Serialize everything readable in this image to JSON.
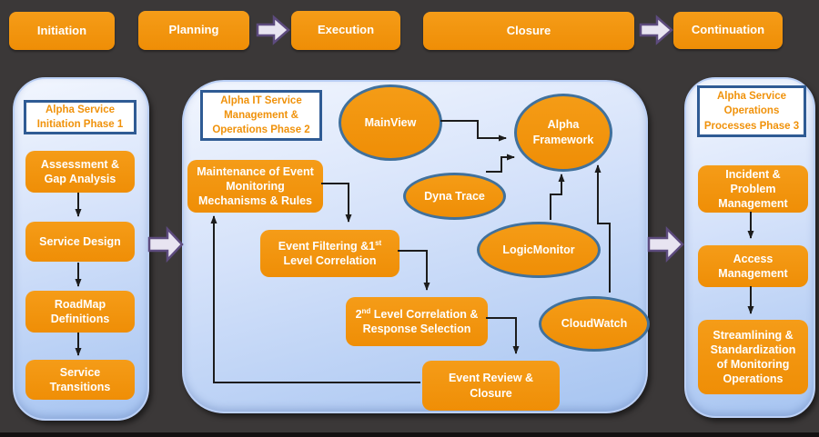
{
  "top_row": {
    "stages": [
      {
        "label": "Initiation"
      },
      {
        "label": "Planning"
      },
      {
        "label": "Execution"
      },
      {
        "label": "Closure"
      },
      {
        "label": "Continuation"
      }
    ]
  },
  "panels": {
    "phase1": {
      "title": "Alpha Service Initiation Phase 1",
      "steps": [
        "Assessment & Gap Analysis",
        "Service Design",
        "RoadMap Definitions",
        "Service Transitions"
      ]
    },
    "phase2": {
      "title": "Alpha IT Service Management & Operations Phase 2",
      "nodes": {
        "maintenance": "Maintenance of Event Monitoring Mechanisms & Rules",
        "event_filtering": {
          "pre": "Event Filtering &1",
          "sup": "st",
          "post": " Level Correlation"
        },
        "second_level": {
          "pre": "2",
          "sup": "nd",
          "post": " Level Correlation & Response Selection"
        },
        "event_review": "Event Review & Closure"
      },
      "tools": [
        "MainView",
        "Dyna Trace",
        "LogicMonitor",
        "CloudWatch"
      ],
      "hub": "Alpha Framework"
    },
    "phase3": {
      "title": "Alpha Service Operations Processes Phase 3",
      "steps": [
        "Incident & Problem Management",
        "Access Management",
        "Streamlining & Standardization of Monitoring Operations"
      ]
    }
  },
  "colors": {
    "background": "#3B3838",
    "node_orange": "#F0920D",
    "node_text": "#FFFFFF",
    "panel_gradient_top": "#F2F6FE",
    "panel_gradient_bottom": "#A6C4F1",
    "title_box_border": "#2F5B94",
    "title_text_orange": "#F0920B",
    "ellipse_border": "#41719C",
    "connector_black": "#1C1C1C",
    "block_arrow_fill": "#E8E4F1",
    "block_arrow_border": "#5D4B7E"
  }
}
